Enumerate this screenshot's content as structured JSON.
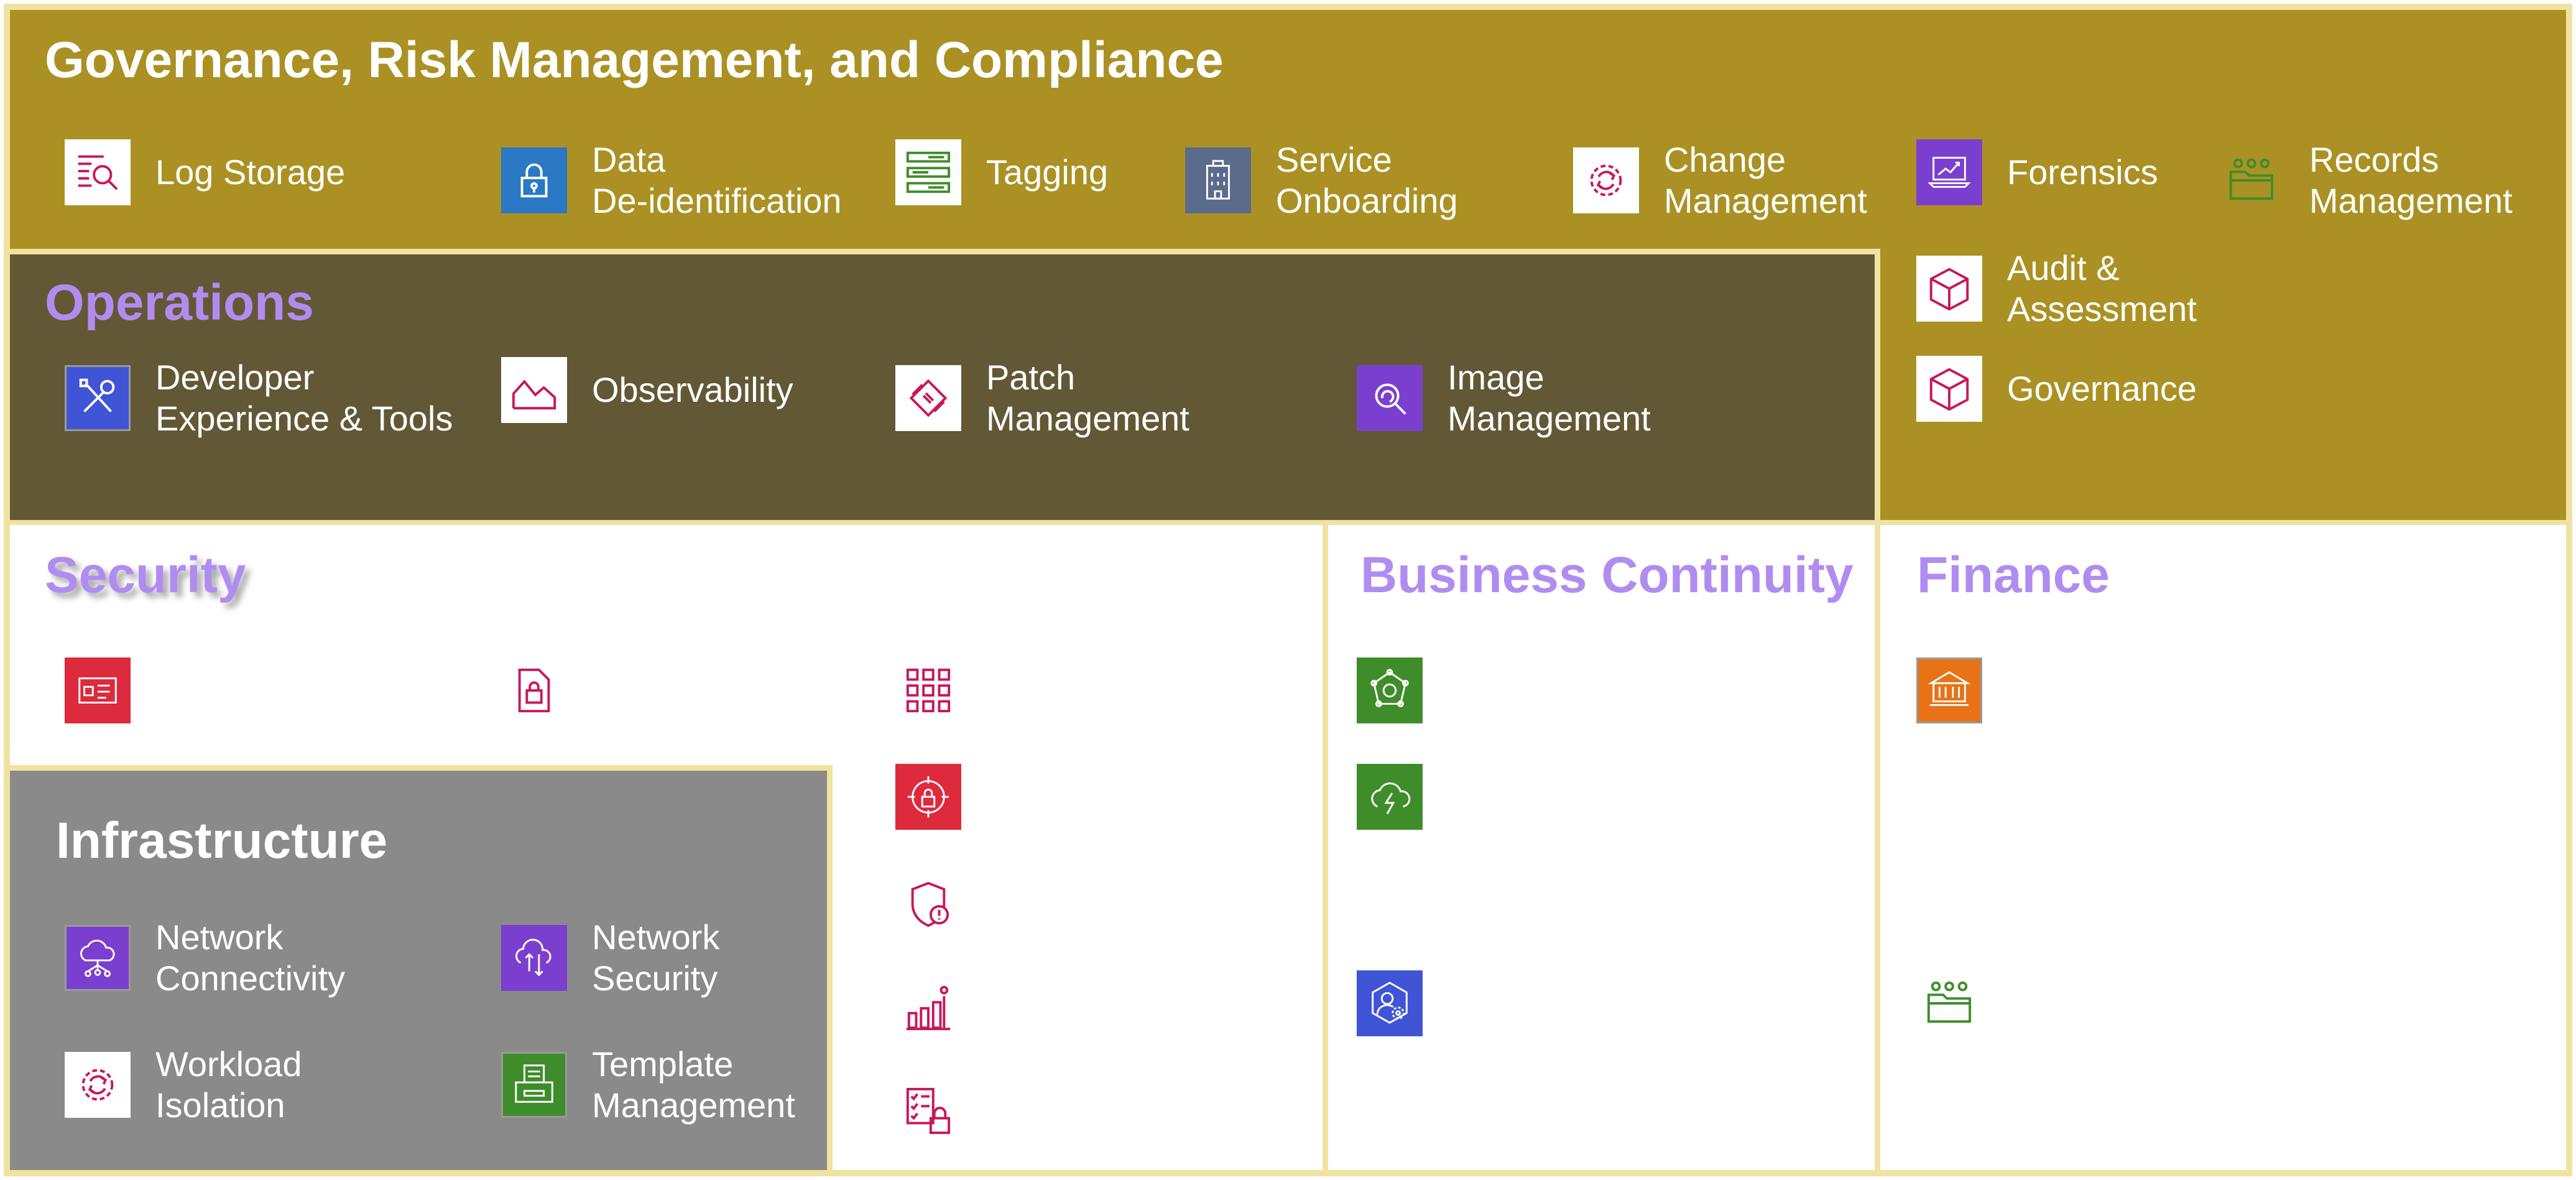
{
  "colors": {
    "governance_bg": "#ab9123",
    "operations_bg": "#625836",
    "infrastructure_bg": "#8a8a8a",
    "border": "#f0e2a0",
    "section_title_accent": "#b18cf0",
    "icon_pink": "#c7175b",
    "icon_green": "#3f8d2a"
  },
  "governance": {
    "title": "Governance, Risk Management, and Compliance",
    "items": [
      {
        "label": "Log Storage",
        "icon": "log-search-icon"
      },
      {
        "label": "Data\nDe-identification",
        "icon": "padlock-icon"
      },
      {
        "label": "Tagging",
        "icon": "tag-list-icon"
      },
      {
        "label": "Service\nOnboarding",
        "icon": "building-icon"
      },
      {
        "label": "Change\nManagement",
        "icon": "gear-cycle-icon"
      },
      {
        "label": "Forensics",
        "icon": "laptop-chart-icon"
      },
      {
        "label": "Records\nManagement",
        "icon": "folder-icon"
      },
      {
        "label": "Audit &\nAssessment",
        "icon": "cube-icon"
      },
      {
        "label": "Governance",
        "icon": "cube-icon"
      }
    ]
  },
  "operations": {
    "title": "Operations",
    "items": [
      {
        "label": "Developer\nExperience & Tools",
        "icon": "tools-icon"
      },
      {
        "label": "Observability",
        "icon": "area-chart-icon"
      },
      {
        "label": "Patch\nManagement",
        "icon": "patch-icon"
      },
      {
        "label": "Image\nManagement",
        "icon": "image-search-icon"
      }
    ]
  },
  "security": {
    "title": "Security",
    "icons": [
      "id-card-lock-icon",
      "document-lock-icon",
      "grid-icon",
      "target-lock-icon",
      "shield-alert-icon",
      "bar-info-icon",
      "checklist-lock-icon"
    ]
  },
  "infrastructure": {
    "title": "Infrastructure",
    "items": [
      {
        "label": "Network\nConnectivity",
        "icon": "cloud-network-icon"
      },
      {
        "label": "Network\nSecurity",
        "icon": "cloud-transfer-icon"
      },
      {
        "label": "Workload\nIsolation",
        "icon": "gear-cycle-icon"
      },
      {
        "label": "Template\nManagement",
        "icon": "printer-icon"
      }
    ]
  },
  "business_continuity": {
    "title": "Business Continuity",
    "icons": [
      "backup-hub-icon",
      "cloud-bolt-icon",
      "user-gear-icon"
    ]
  },
  "finance": {
    "title": "Finance",
    "icons": [
      "billing-icon",
      "folder-icon"
    ]
  }
}
